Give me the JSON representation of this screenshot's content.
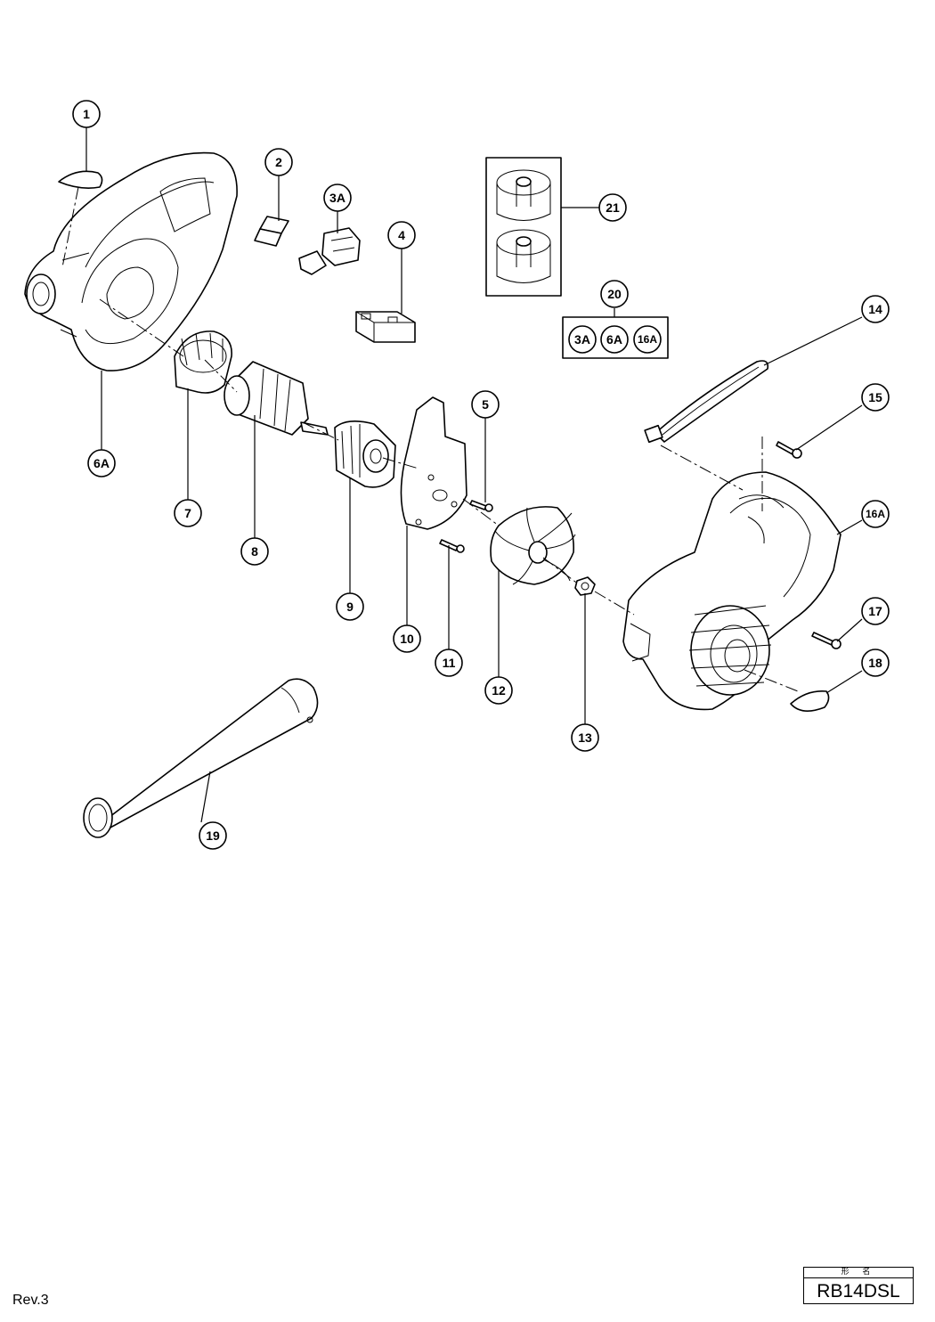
{
  "callouts": [
    {
      "id": "c1",
      "label": "1"
    },
    {
      "id": "c2",
      "label": "2"
    },
    {
      "id": "c3a",
      "label": "3A"
    },
    {
      "id": "c4",
      "label": "4"
    },
    {
      "id": "c5",
      "label": "5"
    },
    {
      "id": "c6a",
      "label": "6A"
    },
    {
      "id": "c7",
      "label": "7"
    },
    {
      "id": "c8",
      "label": "8"
    },
    {
      "id": "c9",
      "label": "9"
    },
    {
      "id": "c10",
      "label": "10"
    },
    {
      "id": "c11",
      "label": "11"
    },
    {
      "id": "c12",
      "label": "12"
    },
    {
      "id": "c13",
      "label": "13"
    },
    {
      "id": "c14",
      "label": "14"
    },
    {
      "id": "c15",
      "label": "15"
    },
    {
      "id": "c16a",
      "label": "16A"
    },
    {
      "id": "c17",
      "label": "17"
    },
    {
      "id": "c18",
      "label": "18"
    },
    {
      "id": "c19",
      "label": "19"
    },
    {
      "id": "c20",
      "label": "20"
    },
    {
      "id": "c21",
      "label": "21"
    }
  ],
  "kit_20_items": [
    "3A",
    "6A",
    "16A"
  ],
  "footer": {
    "revision": "Rev.3",
    "model_header": "形 名",
    "model_name": "RB14DSL"
  }
}
